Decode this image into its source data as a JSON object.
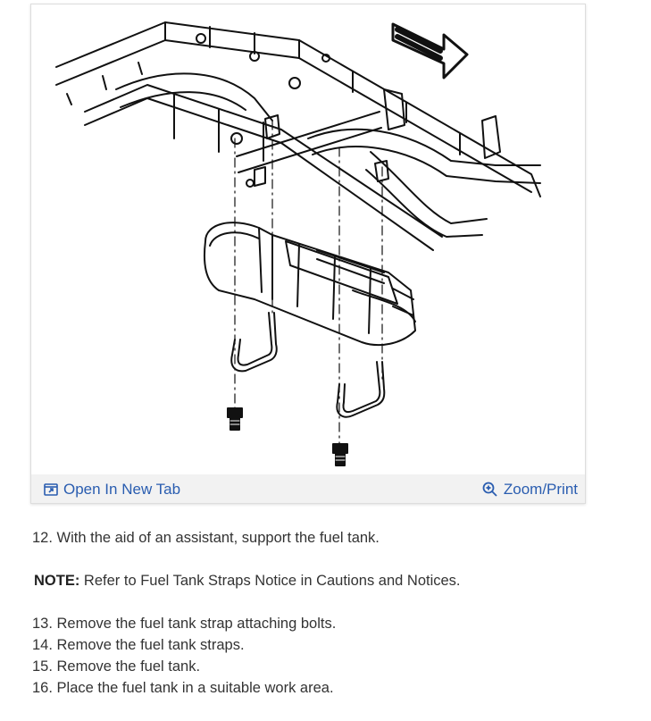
{
  "figure": {
    "open_tab_label": "Open In New Tab",
    "zoom_label": "Zoom/Print",
    "accent_color": "#2a5db0"
  },
  "instructions": {
    "step12": "12. With the aid of an assistant, support the fuel tank.",
    "note_label": "NOTE:",
    "note_text": " Refer to Fuel Tank Straps Notice in Cautions and Notices.",
    "step13": "13. Remove the fuel tank strap attaching bolts.",
    "step14": "14. Remove the fuel tank straps.",
    "step15": "15. Remove the fuel tank.",
    "step16": "16. Place the fuel tank in a suitable work area."
  },
  "icons": {
    "open_tab": "external-window-icon",
    "zoom": "zoom-magnifier-icon",
    "direction_arrow": "forward-arrow-icon"
  }
}
